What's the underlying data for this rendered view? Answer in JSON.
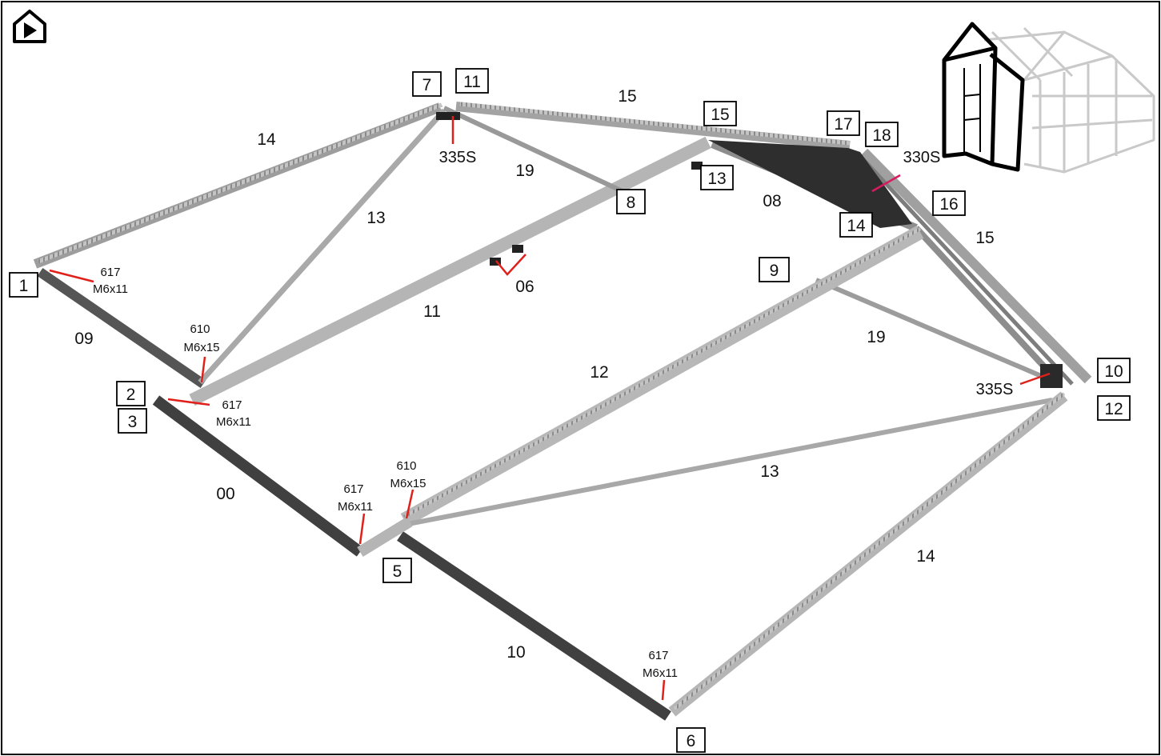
{
  "position_boxes": [
    "1",
    "2",
    "3",
    "5",
    "6",
    "7",
    "8",
    "9",
    "10",
    "11",
    "12",
    "13",
    "14",
    "15",
    "16",
    "17",
    "18"
  ],
  "part_labels": [
    "14",
    "15",
    "19",
    "13",
    "08",
    "11",
    "06",
    "09",
    "12",
    "19",
    "15",
    "13",
    "00",
    "14",
    "10"
  ],
  "fasteners": [
    {
      "code": "617",
      "size": "M6x11"
    },
    {
      "code": "610",
      "size": "M6x15"
    },
    {
      "code": "617",
      "size": "M6x11"
    },
    {
      "code": "617",
      "size": "M6x11"
    },
    {
      "code": "610",
      "size": "M6x15"
    },
    {
      "code": "617",
      "size": "M6x11"
    }
  ],
  "bracket_codes": [
    "335S",
    "330S",
    "335S"
  ],
  "colors": {
    "callout_line": "#e0201a",
    "plate_line": "#d81b60",
    "frame": "#000000",
    "profile": "#b9b9b9"
  },
  "icons": {
    "header": "greenhouse-play-icon",
    "overview": "greenhouse-overview-icon"
  }
}
